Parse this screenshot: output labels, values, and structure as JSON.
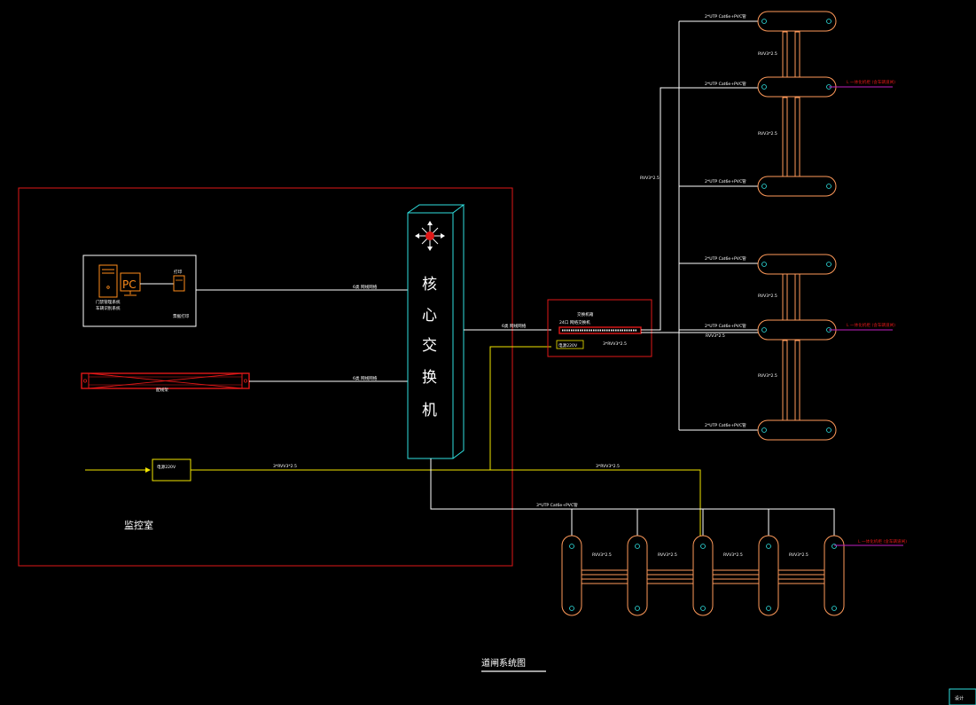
{
  "diagram": {
    "title": "道闸系统图",
    "room_label": "监控室",
    "core_switch_chars": [
      "核",
      "心",
      "交",
      "换",
      "机"
    ],
    "pc_label": "PC",
    "pc_caption_1": "门禁管理系统",
    "pc_caption_2": "车辆识别系统",
    "printer_label": "打印",
    "printer_caption": "票据打印",
    "patch_panel_label": "配线架",
    "power_label": "电源220V",
    "link_label_1": "6类 网线网络",
    "link_label_2": "6类 网线网络",
    "link_label_3": "6类 网线网络",
    "power_cable_label_1": "3*RVV3*2.5",
    "power_cable_label_2": "3*RVV3*2.5",
    "switch_box_title": "交换机箱",
    "switch_box_sub": "24口 网络交换机",
    "switch_box_power": "电源220V",
    "switch_box_cable": "3*RVV3*2.5",
    "trunk_cable_label": "RVV3*2.5",
    "branch_label_top": "2*UTP Cat6e+PVC管",
    "branch_label": "2*UTP Cat6e+PVC管",
    "rvv_label": "RVV3*2.5",
    "side_note": "L 一体化机柜 (含车辆道闸)",
    "bottom_trunk_label": "3*UTP Cat6e+PVC管",
    "corner_tag": "设计"
  }
}
